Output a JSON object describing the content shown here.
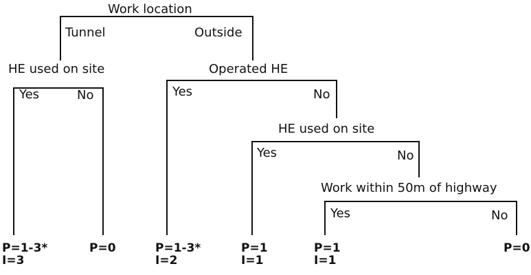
{
  "tree": {
    "root": {
      "label": "Work location",
      "left": "Tunnel",
      "right": "Outside"
    },
    "tunnel_node": {
      "label": "HE used on site",
      "left": "Yes",
      "right": "No"
    },
    "outside_node": {
      "label": "Operated HE",
      "left": "Yes",
      "right": "No"
    },
    "operated_no_node": {
      "label": "HE used on site",
      "left": "Yes",
      "right": "No"
    },
    "highway_node": {
      "label": "Work within 50m of highway",
      "left": "Yes",
      "right": "No"
    },
    "leaves": [
      {
        "p": "P=1-3*",
        "i": "I=3"
      },
      {
        "p": "P=0",
        "i": ""
      },
      {
        "p": "P=1-3*",
        "i": "I=2"
      },
      {
        "p": "P=1",
        "i": "I=1"
      },
      {
        "p": "P=1",
        "i": "I=1"
      },
      {
        "p": "P=0",
        "i": ""
      }
    ]
  },
  "colors": {
    "line": "#111111",
    "text": "#111111"
  }
}
